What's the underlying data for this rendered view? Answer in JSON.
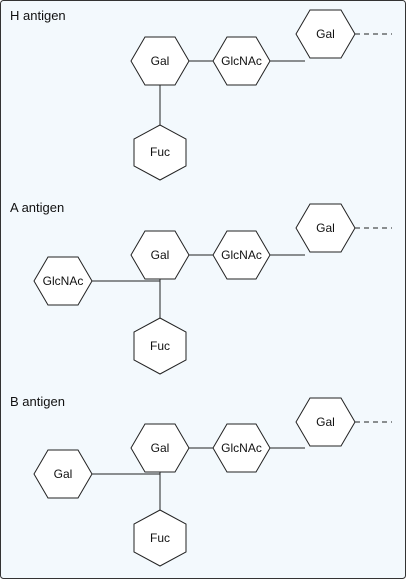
{
  "colors": {
    "background": "#f3f9fd",
    "frame": "#333333",
    "node_fill": "#ffffff",
    "line": "#222222"
  },
  "sections": [
    {
      "title": "H antigen",
      "nodes": [
        "Gal",
        "GlcNAc",
        "Gal",
        "Fuc"
      ]
    },
    {
      "title": "A antigen",
      "nodes": [
        "GlcNAc",
        "Gal",
        "GlcNAc",
        "Gal",
        "Fuc"
      ]
    },
    {
      "title": "B antigen",
      "nodes": [
        "Gal",
        "Gal",
        "GlcNAc",
        "Gal",
        "Fuc"
      ]
    }
  ]
}
